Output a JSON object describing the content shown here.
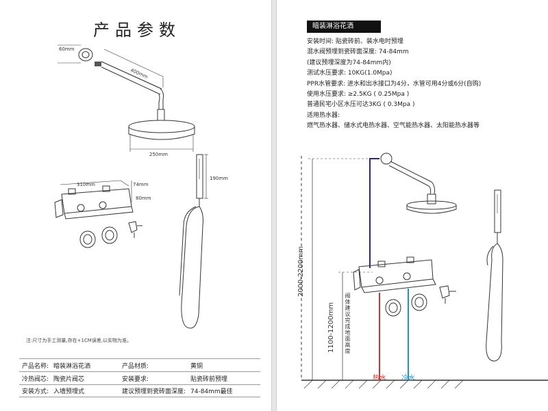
{
  "left": {
    "title": "产品参数",
    "dims": {
      "d60": "60mm",
      "d400": "400mm",
      "d250": "250mm",
      "d190": "190mm",
      "d310": "310mm",
      "d74": "74mm",
      "d80": "80mm"
    },
    "note": "注:尺寸为手工测量,存在+1CM误差,以实物为准。",
    "specs": [
      [
        "产品名称:",
        "暗装淋浴花洒",
        "产品材质:",
        "黄铜"
      ],
      [
        "冷热阀芯:",
        "陶瓷片阀芯",
        "安装要求:",
        "贴瓷砖前预埋"
      ],
      [
        "安装方式:",
        "入墙预埋式",
        "建议预埋到瓷砖面深度:",
        "74-84mm最佳"
      ]
    ]
  },
  "right": {
    "title": "暗装淋浴花洒",
    "lines": [
      "安装时间: 贴瓷砖前、装水电时预埋",
      "混水阀预埋到瓷砖面深度: 74-84mm",
      "(建议预埋深度为74-84mm内)",
      "测试水压要求: 10KG(1.0Mpa)",
      "PPR水管要求: 进水和出水接口为4分，水管可用4分或6分(自购)",
      "使用水压要求: ≥2.5KG ( 0.25Mpa )",
      "普通民宅小区水压可达3KG ( 0.3Mpa )",
      "适用热水器:",
      "燃气热水器、储水式电热水器、空气能热水器、太阳能热水器等"
    ],
    "height_total": "2000-2200mm",
    "height_valve": "1100-1200mm",
    "valve_note": "阀体建议完成地面高度",
    "hot_label": "热水",
    "cold_label": "冷水",
    "colors": {
      "hot": "#d0342c",
      "cold": "#1e90d6",
      "pipe_top": "#2a2a7a"
    }
  }
}
